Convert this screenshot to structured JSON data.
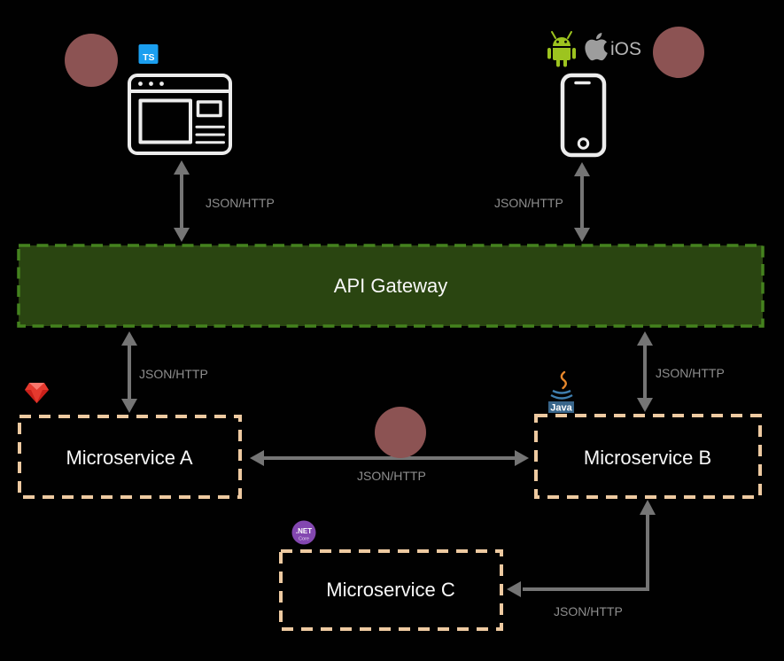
{
  "gateway": {
    "label": "API Gateway"
  },
  "services": {
    "a": {
      "label": "Microservice A"
    },
    "b": {
      "label": "Microservice B"
    },
    "c": {
      "label": "Microservice C"
    }
  },
  "connections": {
    "browser_gateway": {
      "label": "JSON/HTTP"
    },
    "mobile_gateway": {
      "label": "JSON/HTTP"
    },
    "gateway_a": {
      "label": "JSON/HTTP"
    },
    "gateway_b": {
      "label": "JSON/HTTP"
    },
    "a_b": {
      "label": "JSON/HTTP"
    },
    "b_c": {
      "label": "JSON/HTTP"
    }
  },
  "icons": {
    "typescript": {
      "name": "typescript-icon",
      "label": "TS",
      "color": "#1b9ff0"
    },
    "browser": {
      "name": "browser-window-icon"
    },
    "android": {
      "name": "android-icon",
      "color": "#9dc41f"
    },
    "apple": {
      "name": "apple-icon",
      "label": "iOS"
    },
    "smartphone": {
      "name": "smartphone-icon"
    },
    "ruby": {
      "name": "ruby-gem-icon",
      "color": "#e5392e"
    },
    "java": {
      "name": "java-icon",
      "label": "Java"
    },
    "dotnet": {
      "name": "dotnet-core-icon",
      "label": ".NET",
      "sublabel": "Core",
      "color": "#8347b0"
    }
  },
  "colors": {
    "background": "#010101",
    "gateway_fill": "#2a4511",
    "gateway_border": "#44821e",
    "service_border": "#eecaa1",
    "arrow": "#757575",
    "connection_label": "#8e8e8e",
    "title_text": "#f8f8f8",
    "decor_circle": "#8c5353"
  }
}
